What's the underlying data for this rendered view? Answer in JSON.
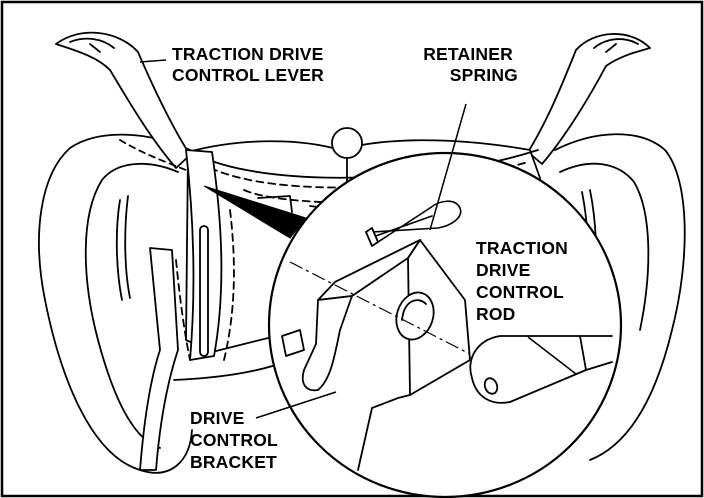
{
  "callouts": {
    "traction_drive_control_lever": [
      "TRACTION DRIVE",
      "CONTROL LEVER"
    ],
    "retainer_spring": [
      "RETAINER",
      "SPRING"
    ],
    "traction_drive_control_rod": [
      "TRACTION",
      "DRIVE",
      "CONTROL",
      "ROD"
    ],
    "drive_control_bracket": [
      "DRIVE",
      "CONTROL",
      "BRACKET"
    ]
  },
  "colors": {
    "line": "#000000",
    "paper": "#ffffff",
    "leader_shadow": "#000000"
  }
}
